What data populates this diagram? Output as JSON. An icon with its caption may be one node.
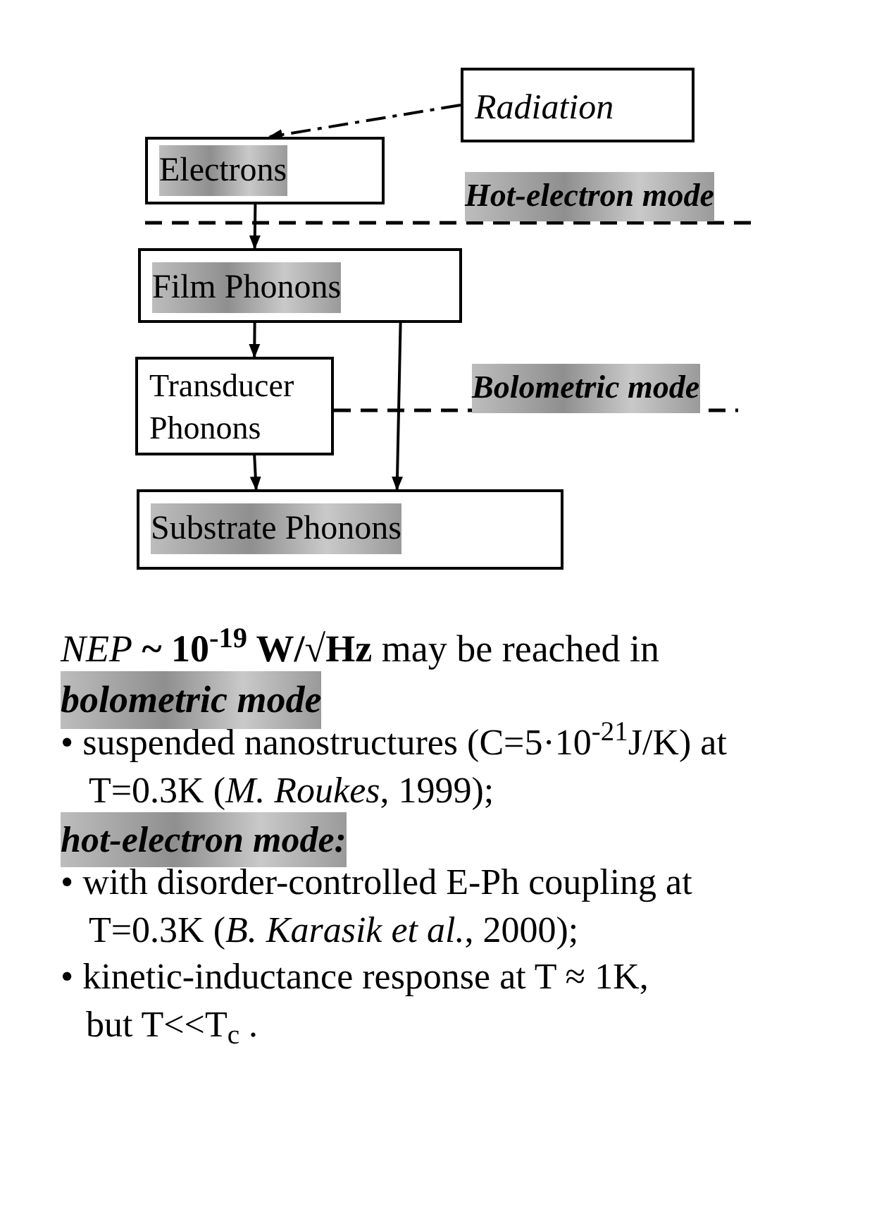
{
  "diagram": {
    "nodes": [
      {
        "text": [
          "Radiation"
        ]
      },
      {
        "text": [
          "Electrons"
        ]
      },
      {
        "text": [
          "Film Phonons"
        ]
      },
      {
        "text": [
          "Transducer Phonons"
        ]
      },
      {
        "text": [
          "Substrate Phonons"
        ]
      }
    ],
    "edges": [
      {
        "from": 0,
        "to": 1,
        "arrow": "to",
        "style": "dashed"
      },
      {
        "from": 1,
        "to": 2,
        "arrow": "to"
      },
      {
        "from": 2,
        "to": 3,
        "arrow": "to"
      },
      {
        "from": 3,
        "to": 4,
        "arrow": "to"
      },
      {
        "from": 2,
        "to": 4,
        "arrow": "to"
      }
    ],
    "labels": [
      "Hot-electron mode",
      "Bolometric mode",
      "*NEP* **~ 10$^{-19}$ W/√Hz** may be reached in",
      "bolometric mode",
      "• suspended nanostructures (C=5·10$^{-21}$J/K) at T=0.3K (*M. Roukes*, 1999);",
      "hot-electron mode:",
      "• with disorder-controlled E-Ph coupling at T=0.3K (*B. Karasik et al.*, 2000);",
      "• kinetic-inductance response at T ≈ 1K, but T<<T$_{c}$ ."
    ]
  }
}
